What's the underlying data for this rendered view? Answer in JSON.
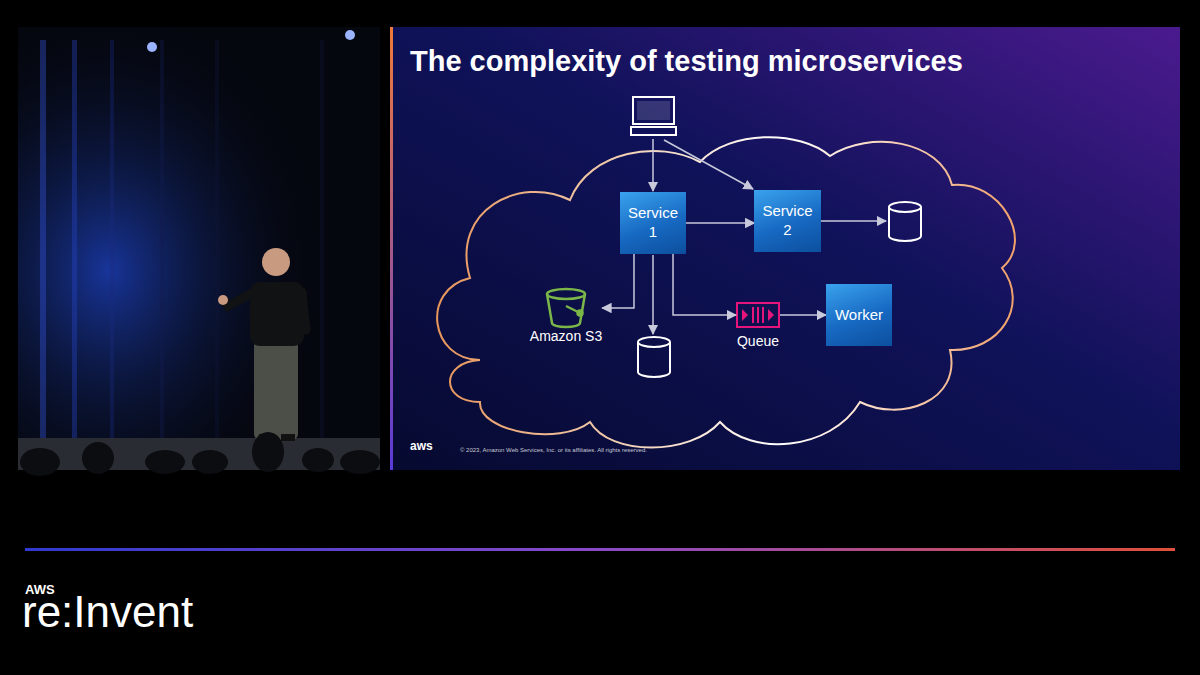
{
  "diagram": {
    "title": "The complexity of testing microservices",
    "nodes": [
      {
        "text": [
          "Service 1"
        ]
      },
      {
        "text": [
          "Service 2"
        ]
      },
      {
        "text": [
          "Amazon S3"
        ]
      },
      {
        "text": [
          "Queue"
        ]
      },
      {
        "text": [
          "Worker"
        ]
      }
    ],
    "edges": [
      {
        "from": 0,
        "to": 1,
        "arrow": "to"
      },
      {
        "from": 0,
        "to": 2,
        "arrow": "to"
      },
      {
        "from": 0,
        "to": 3,
        "arrow": "to"
      },
      {
        "from": 3,
        "to": 4,
        "arrow": "to"
      }
    ],
    "labels": [
      "aws",
      "© 2023, Amazon Web Services, Inc. or its affiliates. All rights reserved.",
      "AWS",
      "re:Invent"
    ]
  }
}
